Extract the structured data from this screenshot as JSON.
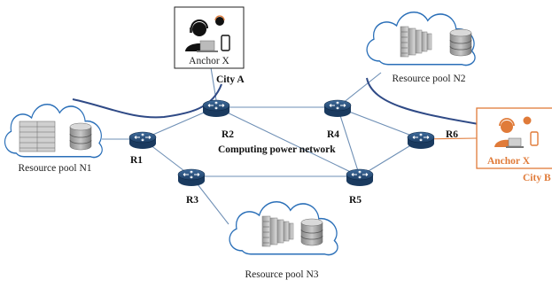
{
  "routers": [
    {
      "id": "r1",
      "label": "R1"
    },
    {
      "id": "r2",
      "label": "R2"
    },
    {
      "id": "r3",
      "label": "R3"
    },
    {
      "id": "r4",
      "label": "R4"
    },
    {
      "id": "r5",
      "label": "R5"
    },
    {
      "id": "r6",
      "label": "R6"
    }
  ],
  "network_label": "Computing power network",
  "anchors": {
    "a": {
      "name": "Anchor X",
      "city": "City A"
    },
    "b": {
      "name": "Anchor X",
      "city": "City B"
    }
  },
  "resource_pools": {
    "n1": "Resource pool N1",
    "n2": "Resource pool N2",
    "n3": "Resource pool N3"
  },
  "colors": {
    "router": "#1d3f66",
    "cloud_stroke": "#2a6fb8",
    "link": "#6e8fb5",
    "anchor_accent": "#e07b39",
    "anchor_wire": "#2f4a86"
  },
  "icons": [
    "router-icon",
    "cloud-icon",
    "server-rack-icon",
    "database-icon",
    "headset-user-icon",
    "laptop-icon",
    "phone-icon"
  ]
}
